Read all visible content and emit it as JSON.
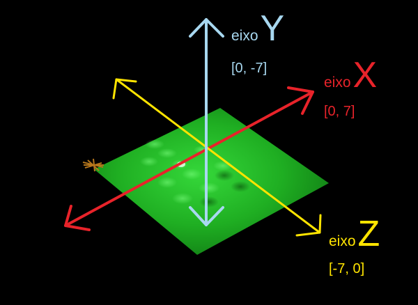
{
  "axes": {
    "y": {
      "word": "eixo",
      "letter": "Y",
      "range": "[0, -7]",
      "color": "#a8d8f0"
    },
    "x": {
      "word": "eixo",
      "letter": "X",
      "range": "[0, 7]",
      "color": "#e8232a"
    },
    "z": {
      "word": "eixo",
      "letter": "Z",
      "range": "[-7, 0]",
      "color": "#ffe400"
    }
  },
  "plane": {
    "color": "#1fae22"
  }
}
